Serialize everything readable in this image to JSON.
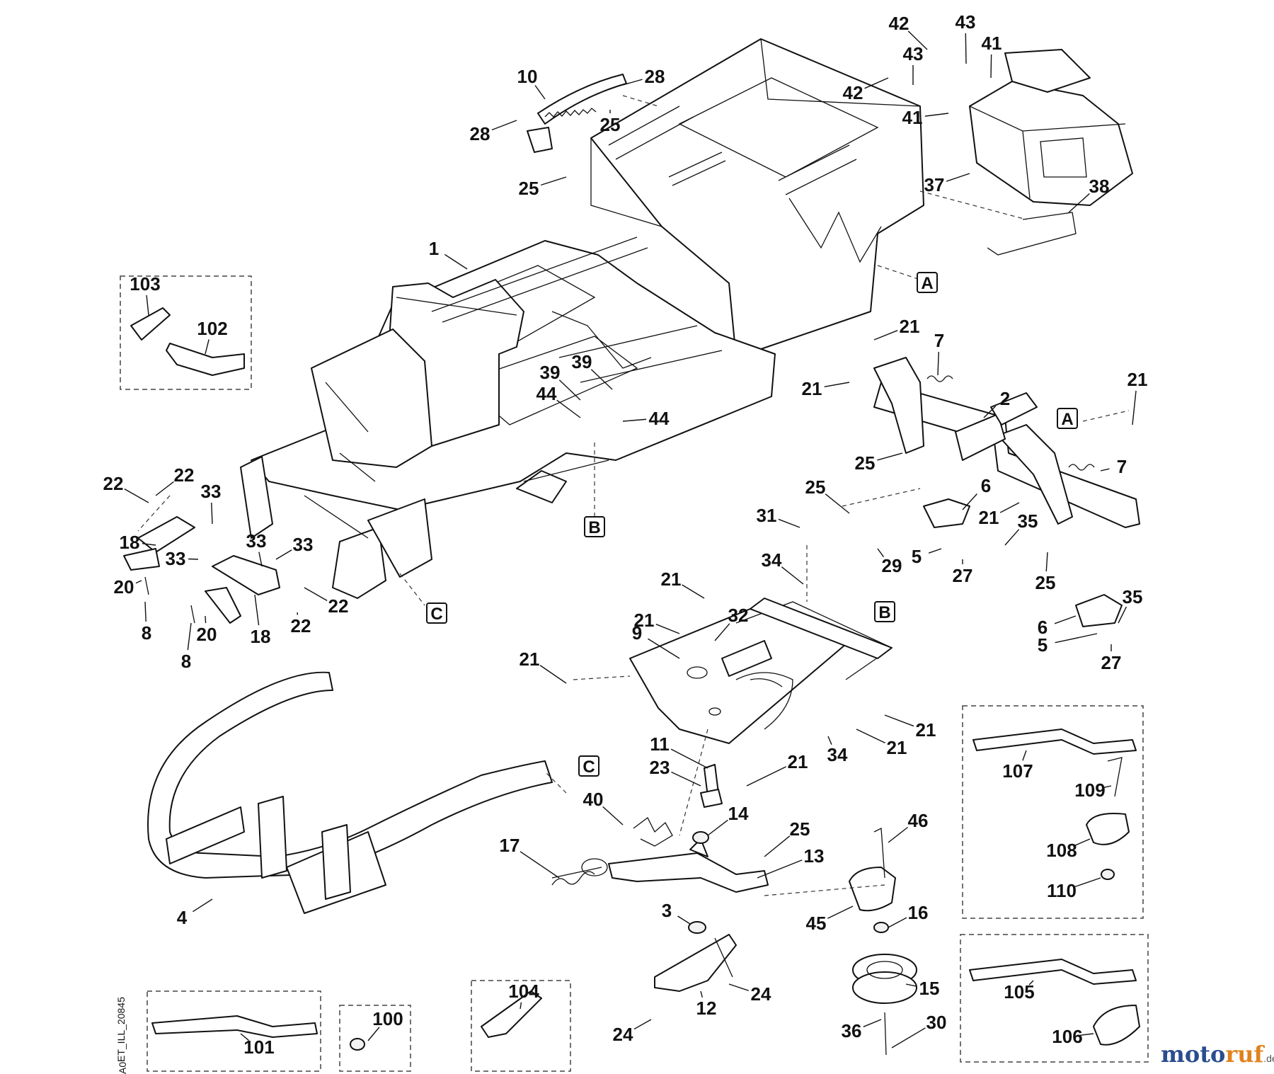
{
  "side_code": "ET_ILL_20845",
  "side_code2": "A0",
  "logo": {
    "text1": "moto",
    "text2": "ruf",
    "suffix": ".de",
    "color1": "#2a4d8f",
    "color2": "#e0821e"
  },
  "ref_letters": [
    "A",
    "B",
    "C"
  ],
  "callouts": [
    "1",
    "2",
    "3",
    "4",
    "5",
    "6",
    "7",
    "8",
    "9",
    "10",
    "11",
    "12",
    "13",
    "14",
    "15",
    "16",
    "17",
    "18",
    "20",
    "21",
    "22",
    "23",
    "24",
    "25",
    "27",
    "28",
    "29",
    "30",
    "31",
    "32",
    "33",
    "34",
    "35",
    "36",
    "37",
    "38",
    "39",
    "40",
    "41",
    "42",
    "43",
    "44",
    "45",
    "46",
    "100",
    "101",
    "102",
    "103",
    "104",
    "105",
    "106",
    "107",
    "108",
    "109",
    "110"
  ]
}
